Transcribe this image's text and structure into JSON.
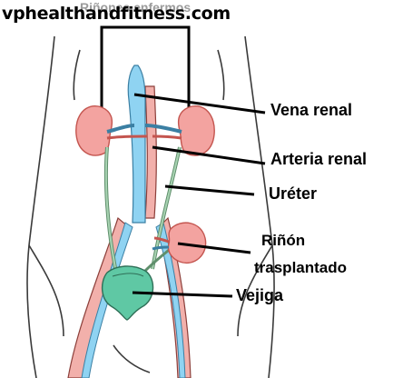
{
  "watermark": "vphealthandfitness.com",
  "header_label": "Riñones enfermos",
  "labels": {
    "vena_renal": "Vena renal",
    "arteria_renal": "Arteria renal",
    "ureter": "Uréter",
    "rinon_trasplantado_1": "Riñón",
    "rinon_trasplantado_2": "trasplantado",
    "vejiga": "Vejiga"
  },
  "colors": {
    "kidney": "#f3a3a0",
    "kidney_edge": "#c4554f",
    "vein": "#8fd3f2",
    "artery": "#f2b0ab",
    "ureter": "#8fb79a",
    "bladder": "#5fc8a4",
    "outline": "#333333"
  }
}
